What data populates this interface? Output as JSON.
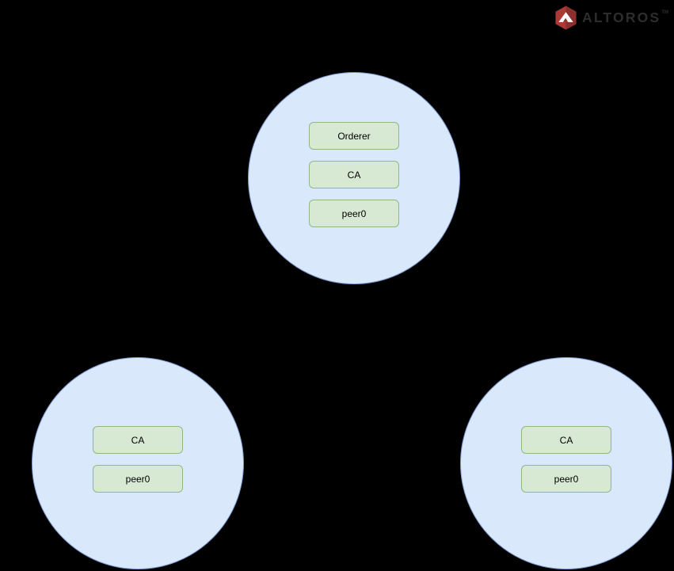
{
  "page": {
    "background_color": "#000000"
  },
  "logo": {
    "brand": "ALTOROS",
    "trademark": "TM",
    "hex_fill": "#a93a36",
    "hex_shade": "#8c2f2d",
    "glyph_color": "#ffffff",
    "text_color": "#2d2d30"
  },
  "diagram": {
    "node_fill": "#dae8fc",
    "node_stroke": "#7f9bce",
    "box_fill": "#d7e9d3",
    "box_stroke": "#90b885",
    "box_text_color": "#000000",
    "nodes": [
      {
        "name": "orderer-org",
        "boxes": [
          "Orderer",
          "CA",
          "peer0"
        ]
      },
      {
        "name": "org-bottom-left",
        "boxes": [
          "CA",
          "peer0"
        ]
      },
      {
        "name": "org-bottom-right",
        "boxes": [
          "CA",
          "peer0"
        ]
      }
    ]
  }
}
